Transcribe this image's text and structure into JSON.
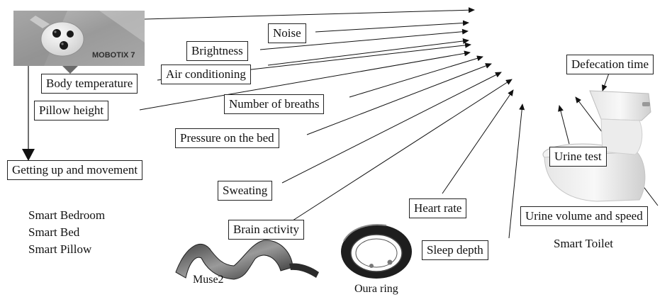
{
  "boxes": {
    "noise": "Noise",
    "brightness": "Brightness",
    "air_conditioning": "Air conditioning",
    "body_temperature": "Body temperature",
    "pillow_height": "Pillow height",
    "number_of_breaths": "Number of breaths",
    "pressure_on_bed": "Pressure on the bed",
    "getting_up": "Getting up and movement",
    "sweating": "Sweating",
    "brain_activity": "Brain activity",
    "heart_rate": "Heart rate",
    "sleep_depth": "Sleep depth",
    "defecation_time": "Defecation time",
    "urine_test": "Urine test",
    "urine_volume": "Urine volume and speed"
  },
  "labels": {
    "smart_bedroom": "Smart Bedroom",
    "smart_bed": "Smart Bed",
    "smart_pillow": "Smart Pillow",
    "smart_toilet": "Smart Toilet",
    "muse2": "Muse2",
    "oura_ring": "Oura ring",
    "camera_brand": "MOBOTIX 7"
  }
}
